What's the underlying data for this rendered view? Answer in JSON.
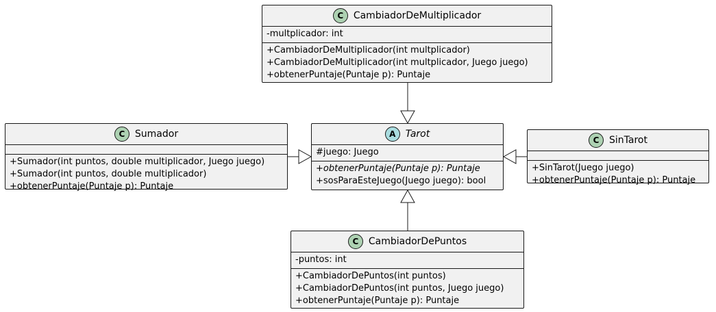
{
  "classes": {
    "cambiador_multiplicador": {
      "stereotype_letter": "C",
      "name": "CambiadorDeMultiplicador",
      "fields": [
        "-multplicador: int"
      ],
      "methods": [
        "+CambiadorDeMultiplicador(int multplicador)",
        "+CambiadorDeMultiplicador(int multplicador, Juego juego)",
        "+obtenerPuntaje(Puntaje p): Puntaje"
      ]
    },
    "sumador": {
      "stereotype_letter": "C",
      "name": "Sumador",
      "fields": [],
      "methods": [
        "+Sumador(int puntos, double multiplicador, Juego juego)",
        "+Sumador(int puntos, double multiplicador)",
        "+obtenerPuntaje(Puntaje p): Puntaje"
      ]
    },
    "tarot": {
      "stereotype_letter": "A",
      "name": "Tarot",
      "fields": [
        "#juego: Juego"
      ],
      "methods": [
        "+obtenerPuntaje(Puntaje p): Puntaje",
        "+sosParaEsteJuego(Juego juego): bool"
      ]
    },
    "sin_tarot": {
      "stereotype_letter": "C",
      "name": "SinTarot",
      "fields": [],
      "methods": [
        "+SinTarot(Juego juego)",
        "+obtenerPuntaje(Puntaje p): Puntaje"
      ]
    },
    "cambiador_puntos": {
      "stereotype_letter": "C",
      "name": "CambiadorDePuntos",
      "fields": [
        "-puntos: int"
      ],
      "methods": [
        "+CambiadorDePuntos(int puntos)",
        "+CambiadorDePuntos(int puntos, Juego juego)",
        "+obtenerPuntaje(Puntaje p): Puntaje"
      ]
    }
  },
  "colors": {
    "class_badge": "#add1b2",
    "abstract_badge": "#a9dcdf",
    "box_fill": "#f1f1f1",
    "line": "#181818"
  }
}
